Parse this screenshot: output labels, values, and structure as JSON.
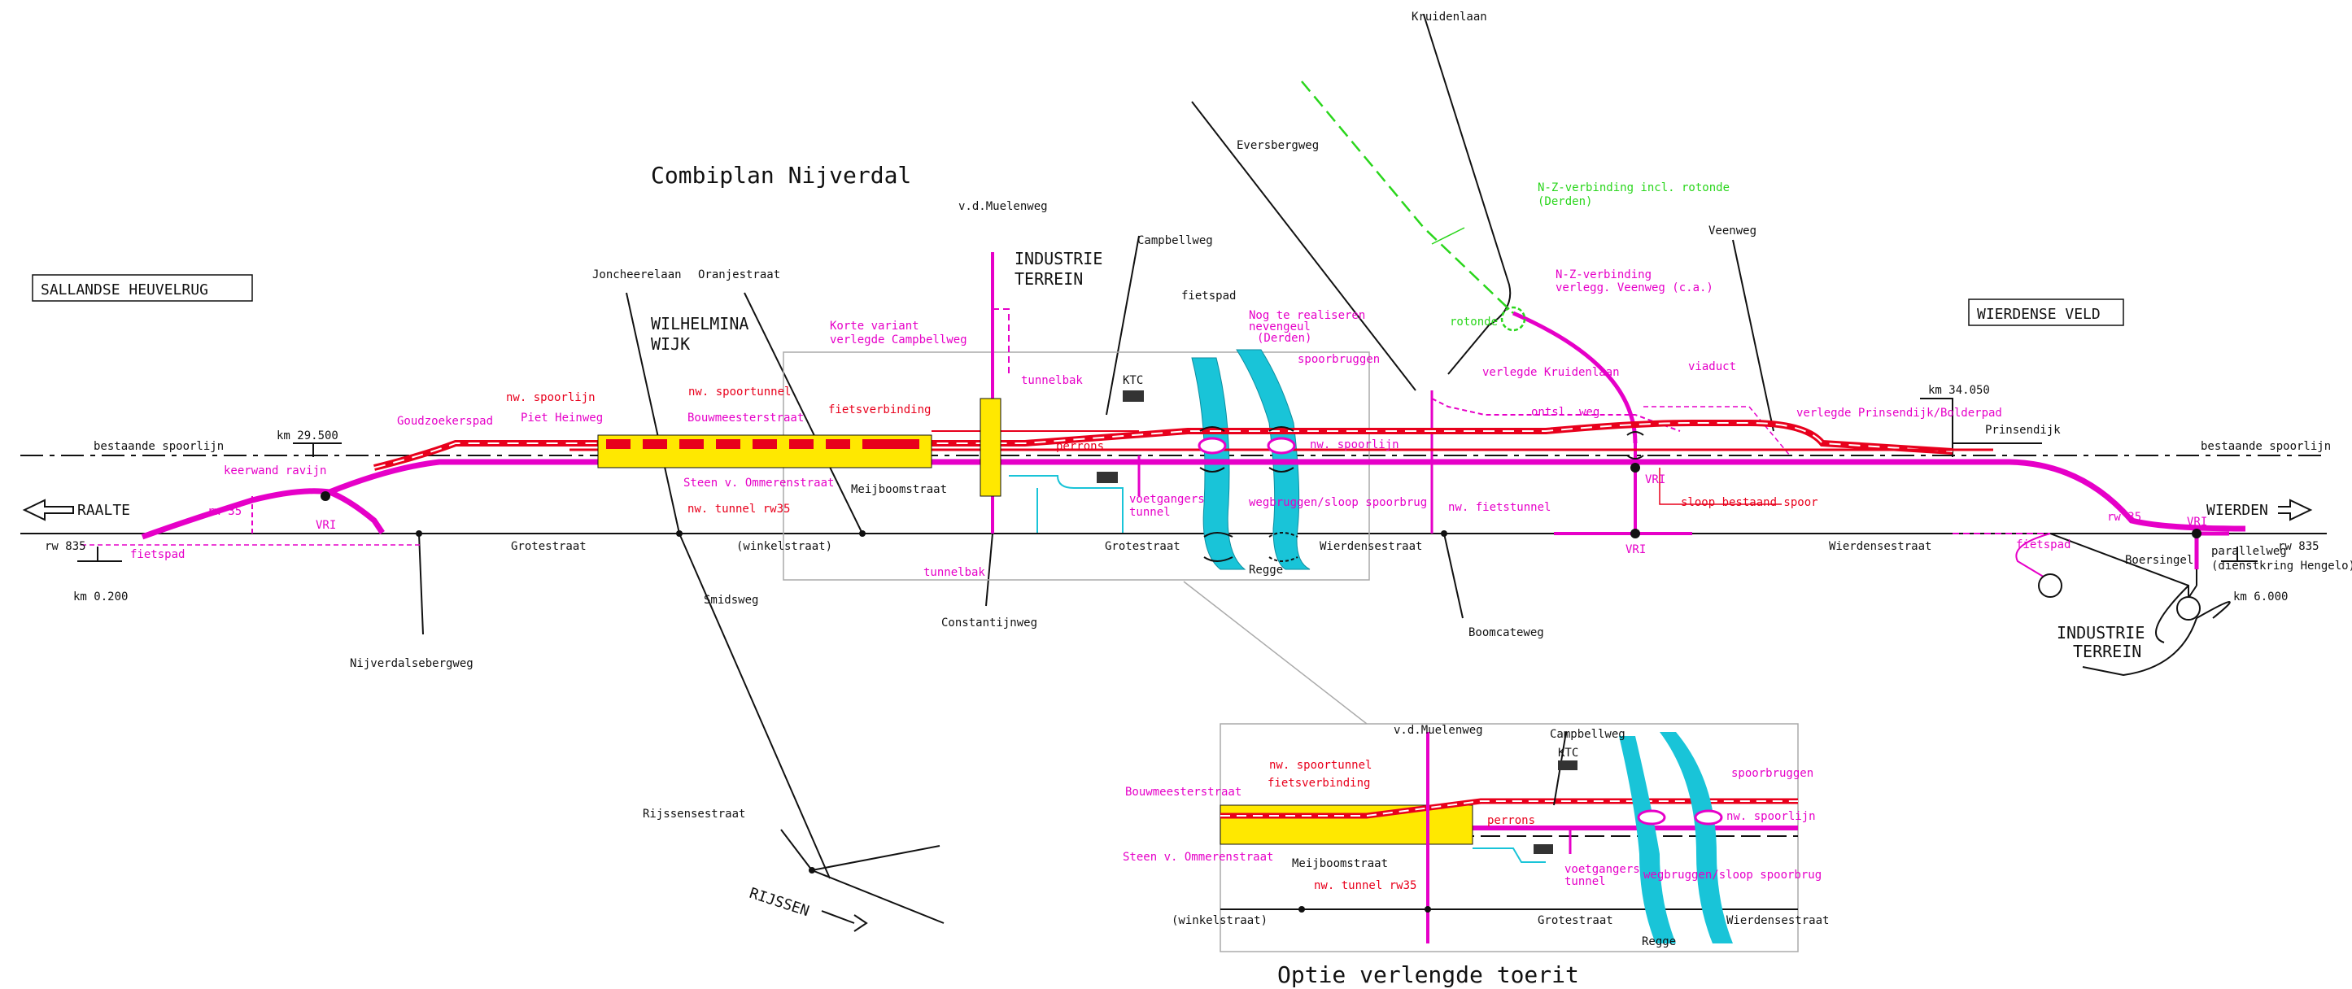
{
  "title": "Combiplan Nijverdal",
  "inset_title": "Optie verlengde toerit",
  "boxes": {
    "left": "SALLANDSE HEUVELRUG",
    "right": "WIERDENSE VELD"
  },
  "directions": {
    "left": "RAALTE",
    "right": "WIERDEN",
    "bottom": "RIJSSEN"
  },
  "kilometre_posts": {
    "km_0200": "km 0.200",
    "km_29500": "km 29.500",
    "km_34050": "km 34.050",
    "km_6000": "km 6.000"
  },
  "streets": {
    "kruidenlaan": "Kruidenlaan",
    "eversbergweg": "Eversbergweg",
    "vd_muelenweg": "v.d.Muelenweg",
    "campbellweg": "Campbellweg",
    "joncheerelaan": "Joncheerelaan",
    "oranjestraat": "Oranjestraat",
    "veenweg": "Veenweg",
    "prinsendijk": "Prinsendijk",
    "grotestraat_left": "Grotestraat",
    "winkelstraat": "(winkelstraat)",
    "grotestraat_mid": "Grotestraat",
    "wierdensestraat_mid": "Wierdensestraat",
    "wierdensestraat_right": "Wierdensestraat",
    "meijboomstraat": "Meijboomstraat",
    "smidsweg": "Smidsweg",
    "nijverdalsebergweg": "Nijverdalsebergweg",
    "constantijnweg": "Constantijnweg",
    "boomcateweg": "Boomcateweg",
    "rijssensestraat": "Rijssensestraat",
    "boersingel": "Boersingel",
    "parallelweg": "parallelweg",
    "dienstkring": "(dienstkring Hengelo)",
    "regge": "Regge",
    "rw835_left": "rw 835",
    "rw835_right": "rw 835",
    "rw35_left": "rw 35",
    "rw35_right": "rw 35",
    "bestaande_left": "bestaande spoorlijn",
    "bestaande_right": "bestaande spoorlijn"
  },
  "areas": {
    "industrie_top_1": "INDUSTRIE",
    "industrie_top_2": "TERREIN",
    "industrie_right_1": "INDUSTRIE",
    "industrie_right_2": "TERREIN",
    "wilhelmina_1": "WILHELMINA",
    "wilhelmina_2": "WIJK"
  },
  "labels_magenta": {
    "goudzoekerspad": "Goudzoekerspad",
    "piet_heinweg": "Piet Heinweg",
    "bouwmeesterstraat": "Bouwmeesterstraat",
    "steen_v_ommeren": "Steen v. Ommerenstraat",
    "keerwand": "keerwand ravijn",
    "vri_left": "VRI",
    "fietspad_left": "fietspad",
    "korte_variant_1": "Korte variant",
    "korte_variant_2": "verlegde Campbellweg",
    "tunnelbak_top": "tunnelbak",
    "tunnelbak_bottom": "tunnelbak",
    "voetgangers_1": "voetgangers",
    "voetgangers_2": "tunnel",
    "nog_1": "Nog te realiseren",
    "nog_2": "nevengeul",
    "nog_3": "(Derden)",
    "spoorbruggen": "spoorbruggen",
    "wegbruggen": "wegbruggen/sloop spoorbrug",
    "verlegde_kruidenlaan": "verlegde Kruidenlaan",
    "nz_verlegg_1": "N-Z-verbinding",
    "nz_verlegg_2": "verlegg. Veenweg (c.a.)",
    "viaduct": "viaduct",
    "ontsl_weg": "ontsl. weg",
    "verlegde_prinsendijk": "verlegde Prinsendijk/Bolderpad",
    "vri_mid": "VRI",
    "vri_bottom": "VRI",
    "vri_right": "VRI",
    "fietspad_right": "fietspad",
    "nw_fietstunnel": "nw. fietstunnel",
    "nw_spoorlijn_mid": "nw. spoorlijn",
    "fietspad_mid": "fietspad"
  },
  "labels_red": {
    "nw_spoorlijn": "nw. spoorlijn",
    "nw_spoortunnel": "nw. spoortunnel",
    "fietsverbinding": "fietsverbinding",
    "nw_tunnel_rw35": "nw. tunnel rw35",
    "perrons": "perrons",
    "sloop_bestaand": "sloop bestaand spoor"
  },
  "labels_green": {
    "nz_1": "N-Z-verbinding incl. rotonde",
    "nz_2": "(Derden)",
    "rotonde": "rotonde"
  },
  "labels_black": {
    "ktc": "KTC"
  },
  "inset": {
    "vd_muelenweg": "v.d.Muelenweg",
    "campbellweg": "Campbellweg",
    "ktc": "KTC",
    "nw_spoortunnel": "nw. spoortunnel",
    "fietsverbinding": "fietsverbinding",
    "bouwmeesterstraat": "Bouwmeesterstraat",
    "perrons": "perrons",
    "steen_v_ommeren": "Steen v. Ommerenstraat",
    "meijboomstraat": "Meijboomstraat",
    "voetgangers_1": "voetgangers",
    "voetgangers_2": "tunnel",
    "nw_tunnel_rw35": "nw. tunnel rw35",
    "winkelstraat": "(winkelstraat)",
    "grotestraat": "Grotestraat",
    "wierdensestraat": "Wierdensestraat",
    "regge": "Regge",
    "spoorbruggen": "spoorbruggen",
    "nw_spoorlijn": "nw. spoorlijn",
    "wegbruggen": "wegbruggen/sloop spoorbrug"
  },
  "colors": {
    "railway": "#e8001c",
    "road": "#e600c8",
    "water": "#19c4d8",
    "tunnel_fill": "#ffe800",
    "existing": "#111111",
    "third_party": "#2ad61c"
  }
}
